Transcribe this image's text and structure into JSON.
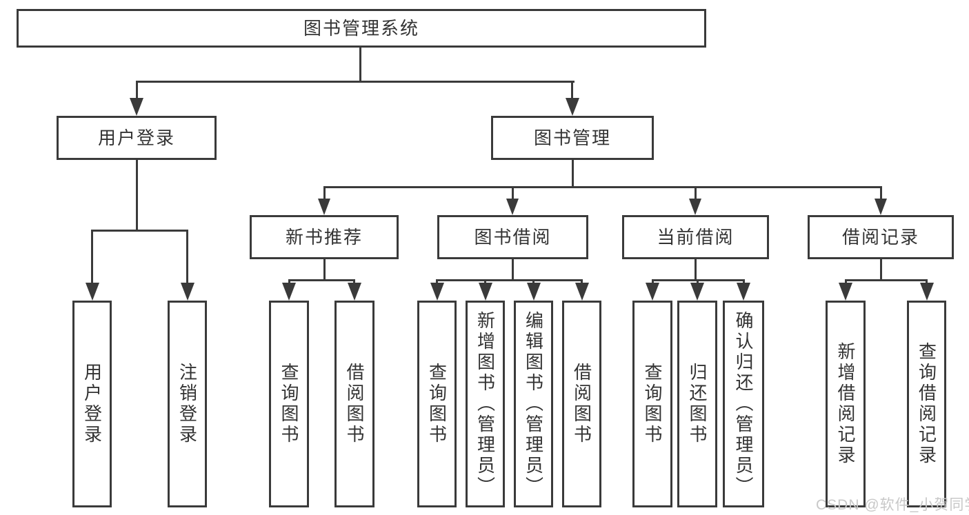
{
  "page": {
    "background": "#ffffff"
  },
  "colors": {
    "line": "#3a3a3a",
    "text": "#333333",
    "box_background": "#ffffff",
    "watermark": "#c8c8c8"
  },
  "watermark": {
    "text": "CSDN @软件_小贺同学"
  },
  "nodes": {
    "root": {
      "label": "图书管理系统"
    },
    "level2": [
      {
        "label": "用户登录"
      },
      {
        "label": "图书管理"
      }
    ],
    "level3": [
      {
        "label": "新书推荐",
        "parent": "图书管理"
      },
      {
        "label": "图书借阅",
        "parent": "图书管理"
      },
      {
        "label": "当前借阅",
        "parent": "图书管理"
      },
      {
        "label": "借阅记录",
        "parent": "图书管理"
      }
    ],
    "leaves": [
      {
        "label": "用户登录",
        "parent": "用户登录"
      },
      {
        "label": "注销登录",
        "parent": "用户登录"
      },
      {
        "label": "查询图书",
        "parent": "新书推荐"
      },
      {
        "label": "借阅图书",
        "parent": "新书推荐"
      },
      {
        "label": "查询图书",
        "parent": "图书借阅"
      },
      {
        "label": "新增图书（管理员）",
        "parent": "图书借阅"
      },
      {
        "label": "编辑图书（管理员）",
        "parent": "图书借阅"
      },
      {
        "label": "借阅图书",
        "parent": "图书借阅"
      },
      {
        "label": "查询图书",
        "parent": "当前借阅"
      },
      {
        "label": "归还图书",
        "parent": "当前借阅"
      },
      {
        "label": "确认归还（管理员）",
        "parent": "当前借阅"
      },
      {
        "label": "新增借阅记录",
        "parent": "借阅记录"
      },
      {
        "label": "查询借阅记录",
        "parent": "借阅记录"
      }
    ]
  }
}
